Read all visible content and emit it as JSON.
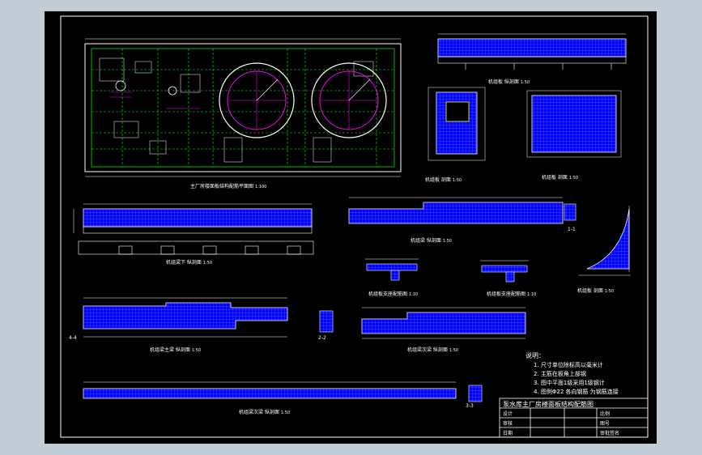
{
  "sheet": {
    "title_block": {
      "drawing_title": "泵水库主厂房楼面板结构配筋图",
      "labels": [
        "设计",
        "审核",
        "日期",
        "比例",
        "图号",
        "审批签名"
      ]
    }
  },
  "drawings": {
    "floor_plan": {
      "caption": "主厂房楼面板结构配筋平面图",
      "scale": "1:100"
    },
    "beam_a": {
      "caption": "机组板 纵剖面",
      "scale": "1:50"
    },
    "slab_section_a": {
      "caption": "机组板 剖面",
      "scale": "1:50"
    },
    "slab_section_b": {
      "caption": "机组板 剖面",
      "scale": "1:50"
    },
    "beam_main": {
      "caption": "机组梁 纵剖面",
      "scale": "1:50"
    },
    "beam_lower": {
      "caption": "机组梁下 纵剖面",
      "scale": "1:50"
    },
    "detail_a": {
      "caption": "机组板支座配筋图",
      "scale": "1:10"
    },
    "detail_b": {
      "caption": "机组板支座配筋图",
      "scale": "1:10"
    },
    "curved_slab": {
      "caption": "机组板 剖面",
      "scale": "1:50"
    },
    "beam_side_a": {
      "caption": "机组梁主梁 纵剖面",
      "scale": "1:50"
    },
    "beam_side_b": {
      "caption": "机组梁次梁 纵剖面",
      "scale": "1:50"
    },
    "long_beam": {
      "caption": "机组梁次梁 纵剖面",
      "scale": "1:50"
    }
  },
  "section_marks": [
    "1-1",
    "2-2",
    "3-3",
    "4-4"
  ],
  "notes": {
    "heading": "说明：",
    "items": [
      "1. 尺寸单位除标高以毫米计",
      "2. 主筋在板角上部钢",
      "3. 图中平面1级采用1级钢计",
      "4. 图例Φ22   各向钢筋  为钢筋连接"
    ]
  },
  "colors": {
    "background": "#000000",
    "rebar": "#0000ff",
    "grid": "#00ff00",
    "circle": "#ff00ff",
    "line": "#ffffff"
  }
}
